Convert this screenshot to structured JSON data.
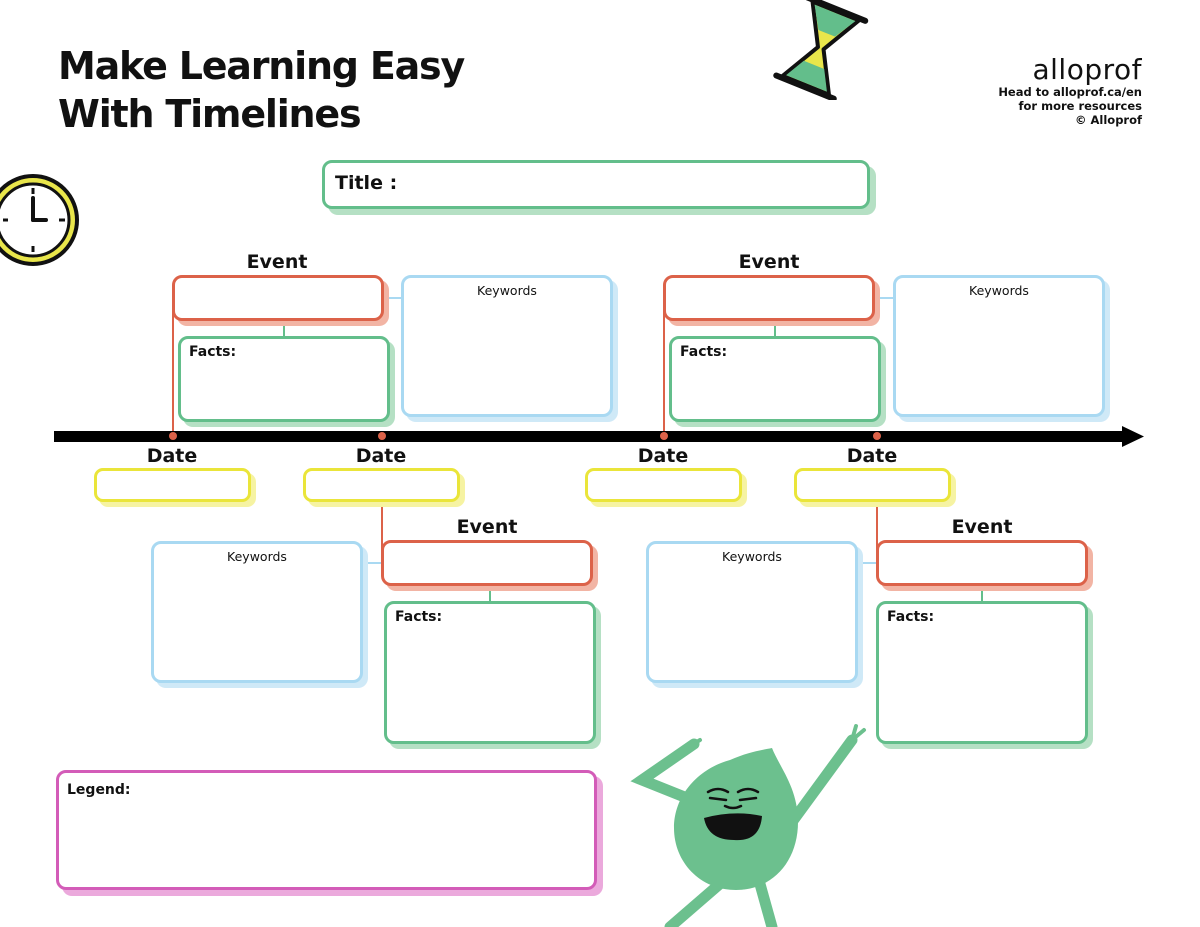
{
  "header": {
    "title": "Make Learning Easy\nWith Timelines",
    "brand": {
      "logo_text": "alloprof",
      "line1": "Head to alloprof.ca/en",
      "line2": "for more resources",
      "line3": "© Alloprof"
    }
  },
  "title_box": {
    "label": "Title :"
  },
  "labels": {
    "event": "Event",
    "date": "Date",
    "facts": "Facts:",
    "keywords": "Keywords"
  },
  "legend": {
    "label": "Legend:"
  },
  "colors": {
    "event": "#dc6249",
    "facts": "#63be8b",
    "keywords": "#a9d9f2",
    "date": "#eae53a",
    "legend": "#d35cb8",
    "title": "#63be8b",
    "timeline": "#000000"
  },
  "decorations": [
    "hourglass-icon",
    "clock-icon",
    "mascot-illustration"
  ]
}
